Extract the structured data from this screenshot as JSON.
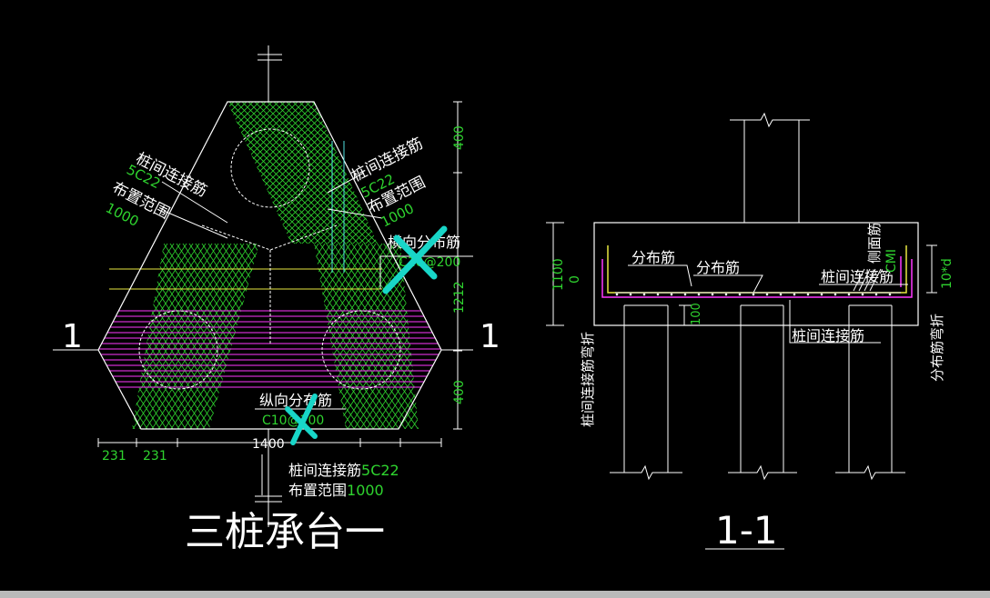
{
  "colors": {
    "background": "#000000",
    "line": "#ffffff",
    "text": "#ffffff",
    "dimension": "#2fd42f",
    "rebar_green": "#2fd42f",
    "rebar_magenta": "#ff39ff",
    "rebar_yellow": "#e8e840",
    "markup": "#18d6c8",
    "axis_line": "#4fe0e0",
    "status_bar": "#b9b9b9"
  },
  "plan": {
    "title": "三桩承台一",
    "section_mark_left": "1",
    "section_mark_right": "1",
    "labels": {
      "tie_rebar_left": "桩间连接筋",
      "tie_rebar_left_spec": "5C22",
      "range_left": "布置范围",
      "range_left_value": "1000",
      "tie_rebar_right": "桩间连接筋",
      "tie_rebar_right_spec": "5C22",
      "range_right": "布置范围",
      "range_right_value": "1000",
      "transverse": "横向分布筋",
      "transverse_spec": "C10@200",
      "longitudinal": "纵向分布筋",
      "longitudinal_spec": "C10@200",
      "tie_rebar_bottom": "桩间连接筋",
      "tie_rebar_bottom_spec": "5C22",
      "range_bottom": "布置范围",
      "range_bottom_value": "1000"
    },
    "dimensions": {
      "right_top": "400",
      "right_mid": "1212",
      "right_bottom": "400",
      "bottom_a": "231",
      "bottom_b": "231",
      "bottom_total": "1400"
    }
  },
  "section": {
    "title": "1-1",
    "labels": {
      "dist_rebar_1": "分布筋",
      "dist_rebar_2": "分布筋",
      "tie_rebar_right": "桩间连接筋",
      "tie_rebar_bottom": "桩间连接筋",
      "side_rebar": "侧面筋",
      "side_rebar_spec": "CMI",
      "tie_bend_left": "桩间连接筋弯折",
      "dist_bend_right": "分布筋弯折",
      "bend_length": "10*d"
    },
    "dimensions": {
      "height": "1100",
      "zero": "0",
      "embed": "100"
    }
  }
}
